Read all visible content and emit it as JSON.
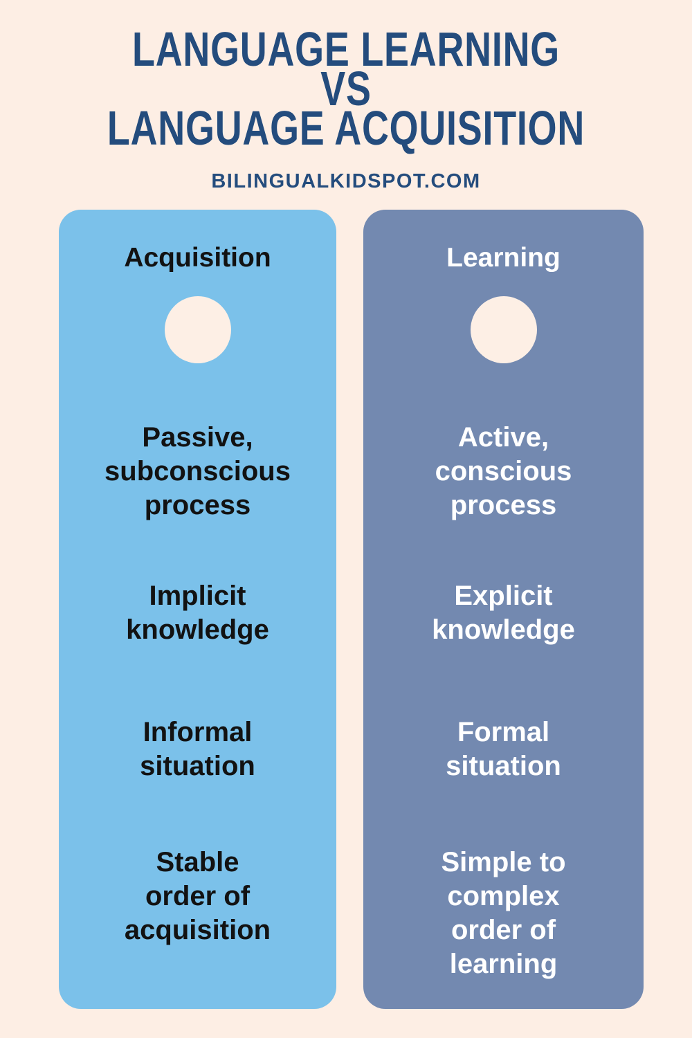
{
  "palette": {
    "background": "#fdeee4",
    "title_navy": "#244c7d",
    "acquisition_column_blue": "#7bc1ea",
    "learning_column_slate": "#7389b0",
    "acquisition_text": "#121212",
    "learning_text": "#ffffff",
    "hanger_hole_cream": "#fdefe5"
  },
  "header": {
    "title_lines": [
      "LANGUAGE LEARNING",
      "VS",
      "LANGUAGE ACQUISITION"
    ],
    "website": "BILINGUALKIDSPOT.COM"
  },
  "columns": [
    {
      "id": "acquisition",
      "label": "Acquisition",
      "items": [
        "Passive,\nsubconscious\nprocess",
        "Implicit\nknowledge",
        "Informal\nsituation",
        "Stable\norder of\nacquisition"
      ]
    },
    {
      "id": "learning",
      "label": "Learning",
      "items": [
        "Active,\nconscious\nprocess",
        "Explicit\nknowledge",
        "Formal\nsituation",
        "Simple to\ncomplex\norder of\nlearning"
      ]
    }
  ]
}
